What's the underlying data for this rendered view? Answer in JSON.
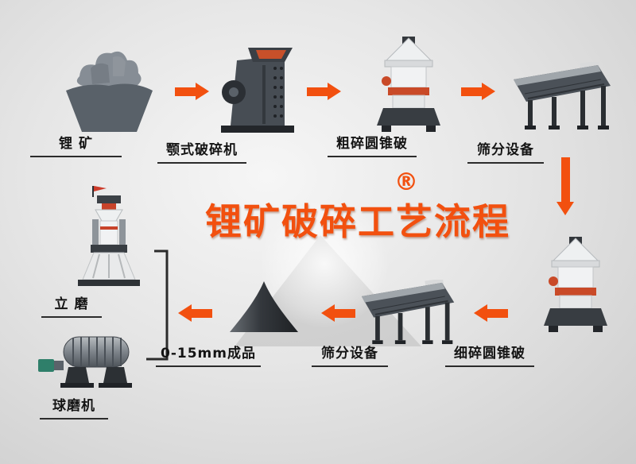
{
  "title": {
    "text": "锂矿破碎工艺流程",
    "registered_mark": "®",
    "color": "#f2500f"
  },
  "colors": {
    "arrow_accent": "#f2500f",
    "label_text": "#141414",
    "label_underline": "#2b2b2b",
    "background_light": "#f6f6f6",
    "background_dark": "#cdcdcd"
  },
  "nodes": {
    "ore": {
      "label": "锂 矿",
      "icon": "lithium-ore-pile-icon"
    },
    "jaw_crusher": {
      "label": "颚式破碎机",
      "icon": "jaw-crusher-icon"
    },
    "coarse_cone_crusher": {
      "label": "粗碎圆锥破",
      "icon": "cone-crusher-icon"
    },
    "screening_top": {
      "label": "筛分设备",
      "icon": "vibrating-screen-icon"
    },
    "fine_cone_crusher": {
      "label": "细碎圆锥破",
      "icon": "cone-crusher-icon"
    },
    "screening_bottom": {
      "label": "筛分设备",
      "icon": "vibrating-screen-icon"
    },
    "product": {
      "label": "0-15mm成品",
      "icon": "product-pile-icon"
    },
    "vertical_mill": {
      "label": "立 磨",
      "icon": "vertical-mill-icon"
    },
    "ball_mill": {
      "label": "球磨机",
      "icon": "ball-mill-icon"
    }
  }
}
